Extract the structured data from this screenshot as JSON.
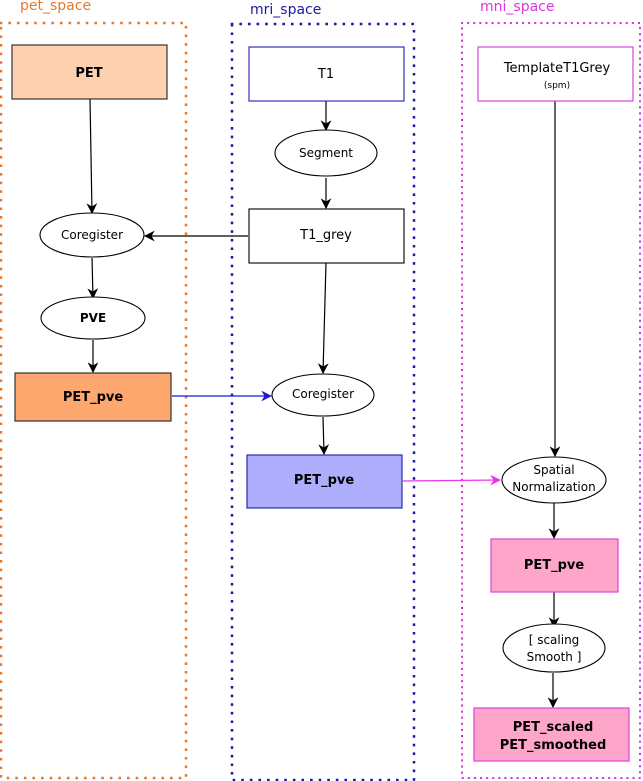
{
  "colors": {
    "pet_space": "#e8782c",
    "mri_space": "#1a1aa8",
    "mni_space": "#dd33dd",
    "pet_fill_light": "#fdd1b0",
    "pet_fill_dark": "#fea76f",
    "mri_fill": "#aeaefd",
    "mni_fill": "#fea6c9",
    "edge_default": "#000000",
    "edge_blue": "#1a1ad0",
    "edge_magenta": "#ee33ee"
  },
  "spaces": {
    "pet": {
      "label": "pet_space"
    },
    "mri": {
      "label": "mri_space"
    },
    "mni": {
      "label": "mni_space"
    }
  },
  "nodes": {
    "pet": {
      "label": "PET",
      "kind": "box"
    },
    "coregister_pet": {
      "label": "Coregister",
      "kind": "ellipse"
    },
    "pve": {
      "label": "PVE",
      "kind": "ellipse"
    },
    "pet_pve_pet": {
      "label": "PET_pve",
      "kind": "box"
    },
    "t1": {
      "label": "T1",
      "kind": "box"
    },
    "segment": {
      "label": "Segment",
      "kind": "ellipse"
    },
    "t1_grey": {
      "label": "T1_grey",
      "kind": "box"
    },
    "coregister_mri": {
      "label": "Coregister",
      "kind": "ellipse"
    },
    "pet_pve_mri": {
      "label": "PET_pve",
      "kind": "box"
    },
    "template": {
      "label": "TemplateT1Grey",
      "sublabel": "(spm)",
      "kind": "box"
    },
    "spatial_norm": {
      "line1": "Spatial",
      "line2": "Normalization",
      "kind": "ellipse"
    },
    "pet_pve_mni": {
      "label": "PET_pve",
      "kind": "box"
    },
    "scaling": {
      "line1": "[ scaling",
      "line2": "Smooth ]",
      "kind": "ellipse"
    },
    "pet_out": {
      "line1": "PET_scaled",
      "line2": "PET_smoothed",
      "kind": "box"
    }
  },
  "edges": [
    {
      "from": "pet",
      "to": "coregister_pet"
    },
    {
      "from": "t1_grey",
      "to": "coregister_pet"
    },
    {
      "from": "coregister_pet",
      "to": "pve"
    },
    {
      "from": "pve",
      "to": "pet_pve_pet"
    },
    {
      "from": "pet_pve_pet",
      "to": "coregister_mri",
      "color": "blue"
    },
    {
      "from": "t1",
      "to": "segment"
    },
    {
      "from": "segment",
      "to": "t1_grey"
    },
    {
      "from": "t1_grey",
      "to": "coregister_mri"
    },
    {
      "from": "coregister_mri",
      "to": "pet_pve_mri"
    },
    {
      "from": "pet_pve_mri",
      "to": "spatial_norm",
      "color": "magenta"
    },
    {
      "from": "template",
      "to": "spatial_norm"
    },
    {
      "from": "spatial_norm",
      "to": "pet_pve_mni"
    },
    {
      "from": "pet_pve_mni",
      "to": "scaling"
    },
    {
      "from": "scaling",
      "to": "pet_out"
    }
  ]
}
